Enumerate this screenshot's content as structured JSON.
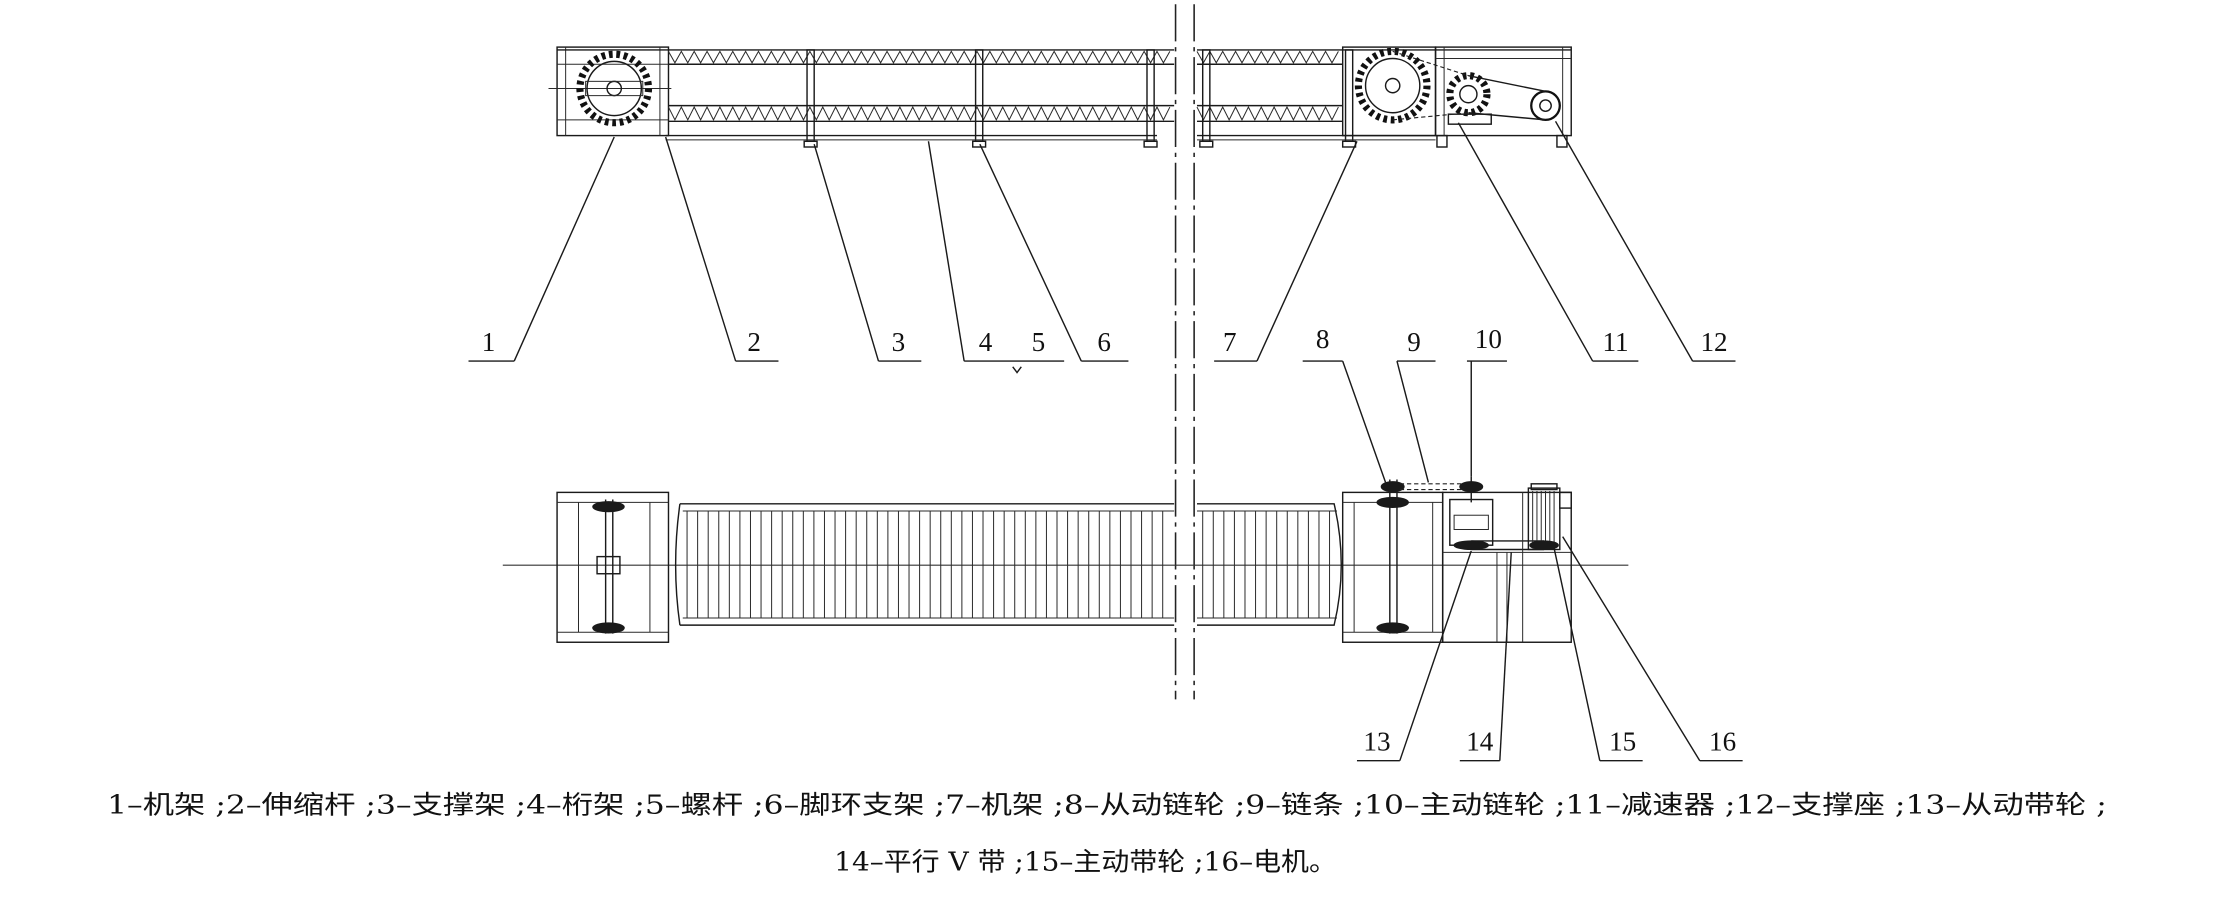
{
  "callouts": [
    "1",
    "2",
    "3",
    "4",
    "5",
    "6",
    "7",
    "8",
    "9",
    "10",
    "11",
    "12",
    "13",
    "14",
    "15",
    "16"
  ],
  "caption": {
    "line1": [
      "1–机架 ;",
      "2–伸缩杆 ;",
      "3–支撑架 ;",
      "4–桁架 ;",
      "5–螺杆 ;",
      "6–脚环支架 ;",
      "7–机架 ;",
      "8–从动链轮 ;",
      "9–链条 ;",
      "10–主动链轮 ;",
      "11–减速器 ;",
      "12–支撑座 ;",
      "13–从动带轮 ;"
    ],
    "line2": [
      "14–平行 V 带 ;",
      "15–主动带轮 ;",
      "16–电机。"
    ]
  }
}
